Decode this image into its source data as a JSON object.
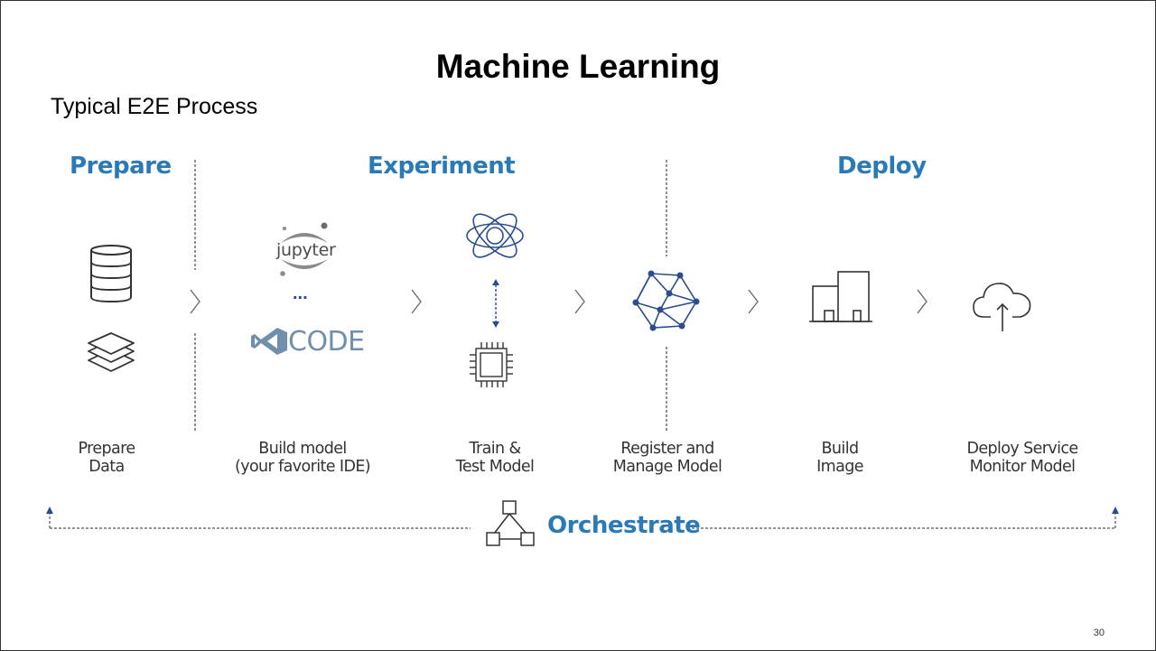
{
  "slide": {
    "title": "Machine Learning",
    "subtitle": "Typical E2E Process",
    "page_number": "30"
  },
  "phases": [
    {
      "label": "Prepare"
    },
    {
      "label": "Experiment"
    },
    {
      "label": "Deploy"
    }
  ],
  "steps": [
    {
      "line1": "Prepare",
      "line2": "Data"
    },
    {
      "line1": "Build model",
      "line2": "(your favorite IDE)"
    },
    {
      "line1": "Train &",
      "line2": "Test Model"
    },
    {
      "line1": "Register and",
      "line2": "Manage Model"
    },
    {
      "line1": "Build",
      "line2": "Image"
    },
    {
      "line1": "Deploy Service",
      "line2": "Monitor Model"
    }
  ],
  "ide": {
    "jupyter_label": "jupyter",
    "ellipsis": "...",
    "vscode_label": "CODE"
  },
  "orchestrate": {
    "label": "Orchestrate"
  },
  "colors": {
    "accent_blue": "#2a7ab8",
    "icon_navy": "#2a4d8f",
    "jupyter_orange": "#f37726",
    "line_gray": "#555555"
  },
  "icons": {
    "prepare": [
      "database-icon",
      "layers-icon"
    ],
    "build": [
      "jupyter-logo",
      "vscode-logo"
    ],
    "train": [
      "atom-icon",
      "bidirectional-arrow-icon",
      "chip-icon"
    ],
    "register": [
      "network-graph-icon"
    ],
    "image": [
      "buildings-icon"
    ],
    "deploy": [
      "cloud-upload-icon"
    ],
    "orchestrate": [
      "workflow-icon"
    ]
  }
}
